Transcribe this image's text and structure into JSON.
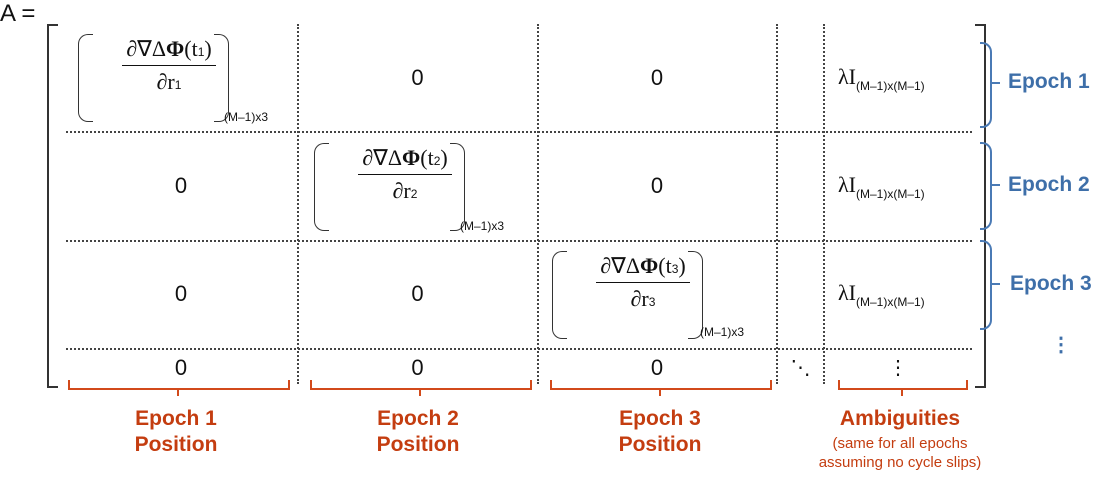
{
  "matrix": {
    "lhs": "A =",
    "zero": "0",
    "partial": {
      "num_prefix": "∂∇Δ",
      "phi": "Φ",
      "den_prefix": "∂",
      "r": "r",
      "sub_dims": "(M–1)x3"
    },
    "t_subs": [
      "1",
      "2",
      "3"
    ],
    "lambda": "λI",
    "lambda_sub": "(M–1)x(M–1)",
    "dots_diag": "⋱",
    "dots_vert": "⋮"
  },
  "epochs": [
    "Epoch 1",
    "Epoch 2",
    "Epoch 3"
  ],
  "epoch_more": "⋮",
  "columns": [
    {
      "line1": "Epoch 1",
      "line2": "Position"
    },
    {
      "line1": "Epoch 2",
      "line2": "Position"
    },
    {
      "line1": "Epoch 3",
      "line2": "Position"
    }
  ],
  "ambiguities": {
    "title": "Ambiguities",
    "note1": "(same for all epochs",
    "note2": "assuming no cycle slips)"
  },
  "colors": {
    "epoch_blue": "#3e6fa9",
    "label_orange": "#c43d10",
    "brace_orange": "#d24a1b"
  }
}
